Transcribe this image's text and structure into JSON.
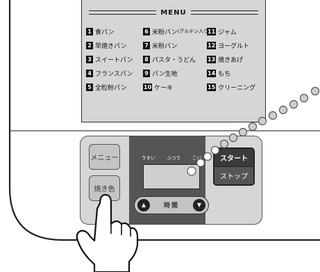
{
  "menu": {
    "title": "MENU",
    "items": [
      {
        "num": "1",
        "label": "食パン"
      },
      {
        "num": "2",
        "label": "早焼きパン"
      },
      {
        "num": "3",
        "label": "スイートパン"
      },
      {
        "num": "4",
        "label": "フランスパン"
      },
      {
        "num": "5",
        "label": "全粒粉パン"
      },
      {
        "num": "6",
        "label": "米粉パン",
        "note": "(グルテン入り)"
      },
      {
        "num": "7",
        "label": "米粉パン"
      },
      {
        "num": "8",
        "label": "パスタ・うどん"
      },
      {
        "num": "9",
        "label": "パン生地"
      },
      {
        "num": "10",
        "label": "ケーキ"
      },
      {
        "num": "11",
        "label": "ジャム"
      },
      {
        "num": "12",
        "label": "ヨーグルト"
      },
      {
        "num": "13",
        "label": "焼きあげ"
      },
      {
        "num": "14",
        "label": "もち"
      },
      {
        "num": "15",
        "label": "クリーニング"
      }
    ]
  },
  "control": {
    "menu_button": "メニュー",
    "crust_button": "焼き色",
    "levels": [
      "うすい",
      "ふつう",
      "こい"
    ],
    "time_label": "時間",
    "up_icon": "▲",
    "down_icon": "▼",
    "start_label": "スタート",
    "stop_label": "ストップ"
  },
  "colors": {
    "panel": "#d6d6d6",
    "center_panel": "#555555",
    "start_button": "#3b3b3b"
  },
  "icons": {
    "pointing_hand": "pointing-hand-icon",
    "indicator_trail": "dotted-trail-icon"
  }
}
